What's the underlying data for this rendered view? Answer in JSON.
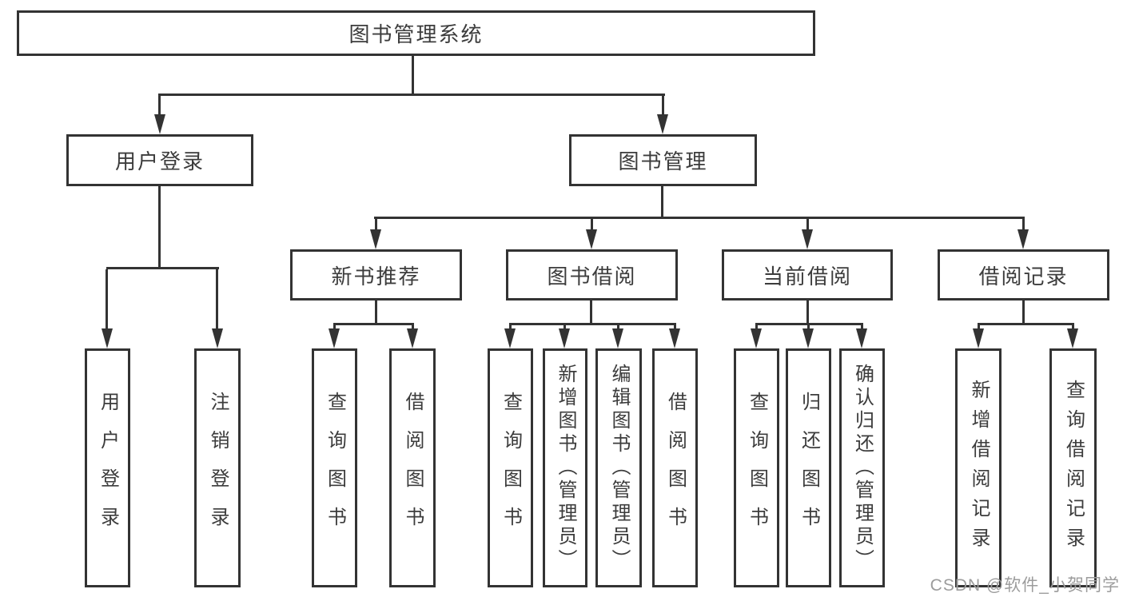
{
  "diagram": {
    "root": {
      "label": "图书管理系统"
    },
    "level2": [
      {
        "label": "用户登录"
      },
      {
        "label": "图书管理"
      }
    ],
    "level3": [
      {
        "label": "新书推荐"
      },
      {
        "label": "图书借阅"
      },
      {
        "label": "当前借阅"
      },
      {
        "label": "借阅记录"
      }
    ],
    "leaves": [
      {
        "label": "用户登录"
      },
      {
        "label": "注销登录"
      },
      {
        "label": "查询图书"
      },
      {
        "label": "借阅图书"
      },
      {
        "label": "查询图书"
      },
      {
        "label": "新增图书（管理员）"
      },
      {
        "label": "编辑图书（管理员）"
      },
      {
        "label": "借阅图书"
      },
      {
        "label": "查询图书"
      },
      {
        "label": "归还图书"
      },
      {
        "label": "确认归还（管理员）"
      },
      {
        "label": "新增借阅记录"
      },
      {
        "label": "查询借阅记录"
      }
    ]
  },
  "watermark": {
    "text": "CSDN @软件_小贺同学"
  },
  "colors": {
    "line": "#333333",
    "text": "#3c3c3c",
    "watermark": "#9c9c9c",
    "background": "#ffffff"
  }
}
